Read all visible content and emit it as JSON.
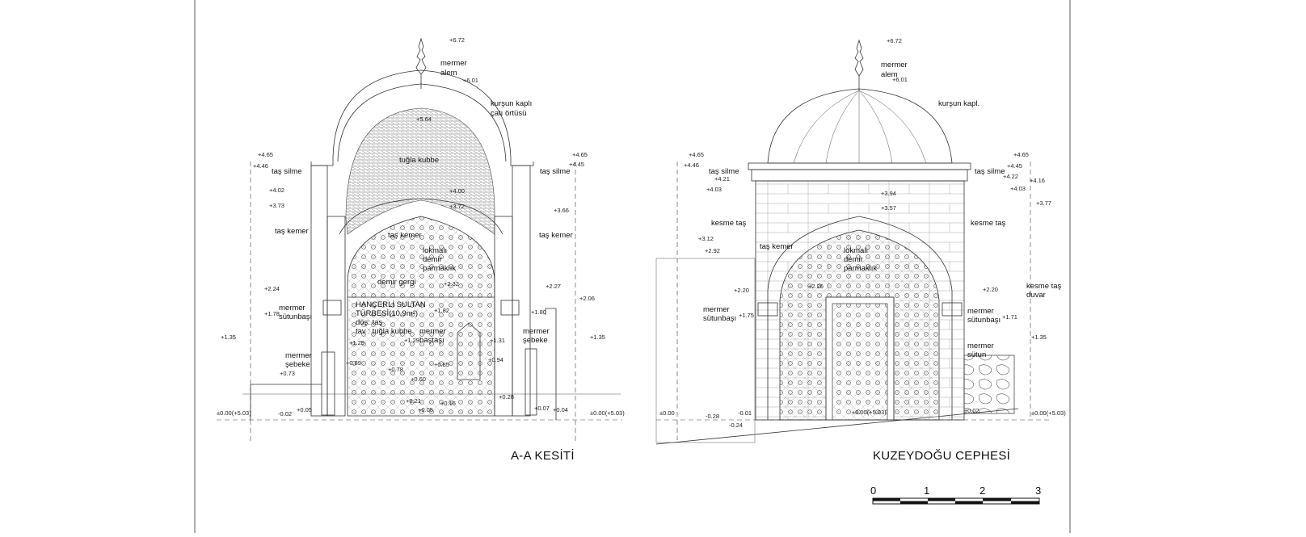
{
  "section": {
    "title": "A-A KESİTİ",
    "labels": {
      "alem": "mermer\nalem",
      "roof": "kurşun kaplı\nçatı örtüsü",
      "dome": "tuğla kubbe",
      "cornice_l": "taş silme",
      "cornice_r": "taş silme",
      "arch_l": "taş kemer",
      "arch_c": "taş kemer",
      "arch_r": "taş kemer",
      "grille": "lokmalı\ndemir\nparmaklık",
      "tie": "demir gergi",
      "room": "HANÇERLİ SULTAN\nTÜRBESİ(10.9m²)\ndöş: taş\ntav : tuğla kubbe",
      "headstone": "mermer\nbaştaşı",
      "capital": "mermer\nsütunbaşı",
      "screen_l": "mermer\nşebeke",
      "screen_r": "mermer\nşebeke"
    },
    "elevations": {
      "e1": "+6.72",
      "e2": "+6.01",
      "e3": "+5.64",
      "e4": "+4.65",
      "e5": "+4.46",
      "e6": "+4.65",
      "e7": "+4.45",
      "e8": "+4.02",
      "e9": "+3.73",
      "e10": "+4.00",
      "e11": "+3.72",
      "e12": "+3.66",
      "e13": "+2.32",
      "e14": "+2.24",
      "e15": "+2.27",
      "e16": "+2.06",
      "e17": "+1.82",
      "e18": "+1.78",
      "e19": "+1.80",
      "e20": "+1.35",
      "e21": "+1.25",
      "e22": "+1.29",
      "e23": "+1.31",
      "e24": "+1.35",
      "e25": "+0.94",
      "e26": "+0.89",
      "e27": "+0.78",
      "e28": "+0.85",
      "e29": "+0.73",
      "e30": "+0.60",
      "e31": "+0.21",
      "e32": "+0.16",
      "e33": "+0.28",
      "e34": "+0.05",
      "e35": "+0.07",
      "e36": "+0.04",
      "e37": "±0.00(+5.03)",
      "e38": "-0.02",
      "e39": "+0.05",
      "e40": "±0.00(+5.03)"
    }
  },
  "elevation_view": {
    "title": "KUZEYDOĞU CEPHESİ",
    "labels": {
      "alem": "mermer\nalem",
      "roof": "kurşun kapl.",
      "cornice_l": "taş silme",
      "cornice_r": "taş silme",
      "cut_l": "kesme taş",
      "cut_r": "kesme taş",
      "arch": "taş kemer",
      "grille": "lokmalı\ndemir\nparmaklık",
      "wall": "kesme taş\nduvar",
      "capital_l": "mermer\nsütunbaşı",
      "capital_r": "mermer\nsütunbaşı",
      "column": "mermer\nsütun"
    },
    "elevations": {
      "f1": "+6.72",
      "f2": "+6.01",
      "f3": "+4.65",
      "f4": "+4.46",
      "f5": "+4.21",
      "f6": "+4.03",
      "f7": "+4.65",
      "f8": "+4.45",
      "f9": "+4.22",
      "f10": "+4.16",
      "f11": "+4.03",
      "f12": "+3.94",
      "f13": "+3.57",
      "f14": "+3.77",
      "f15": "+3.12",
      "f16": "+2.92",
      "f17": "+2.20",
      "f18": "+2.26",
      "f19": "+2.20",
      "f20": "+1.75",
      "f21": "+1.71",
      "f22": "+1.35",
      "f23": "±0.00",
      "f24": "-0.28",
      "f25": "-0.24",
      "f26": "-0.01",
      "f27": "±0.00(+5.03)",
      "f28": "±0.02",
      "f29": "±0.00(+5.03)"
    }
  },
  "scale_bar": {
    "ticks": [
      "0",
      "1",
      "2",
      "3"
    ]
  }
}
